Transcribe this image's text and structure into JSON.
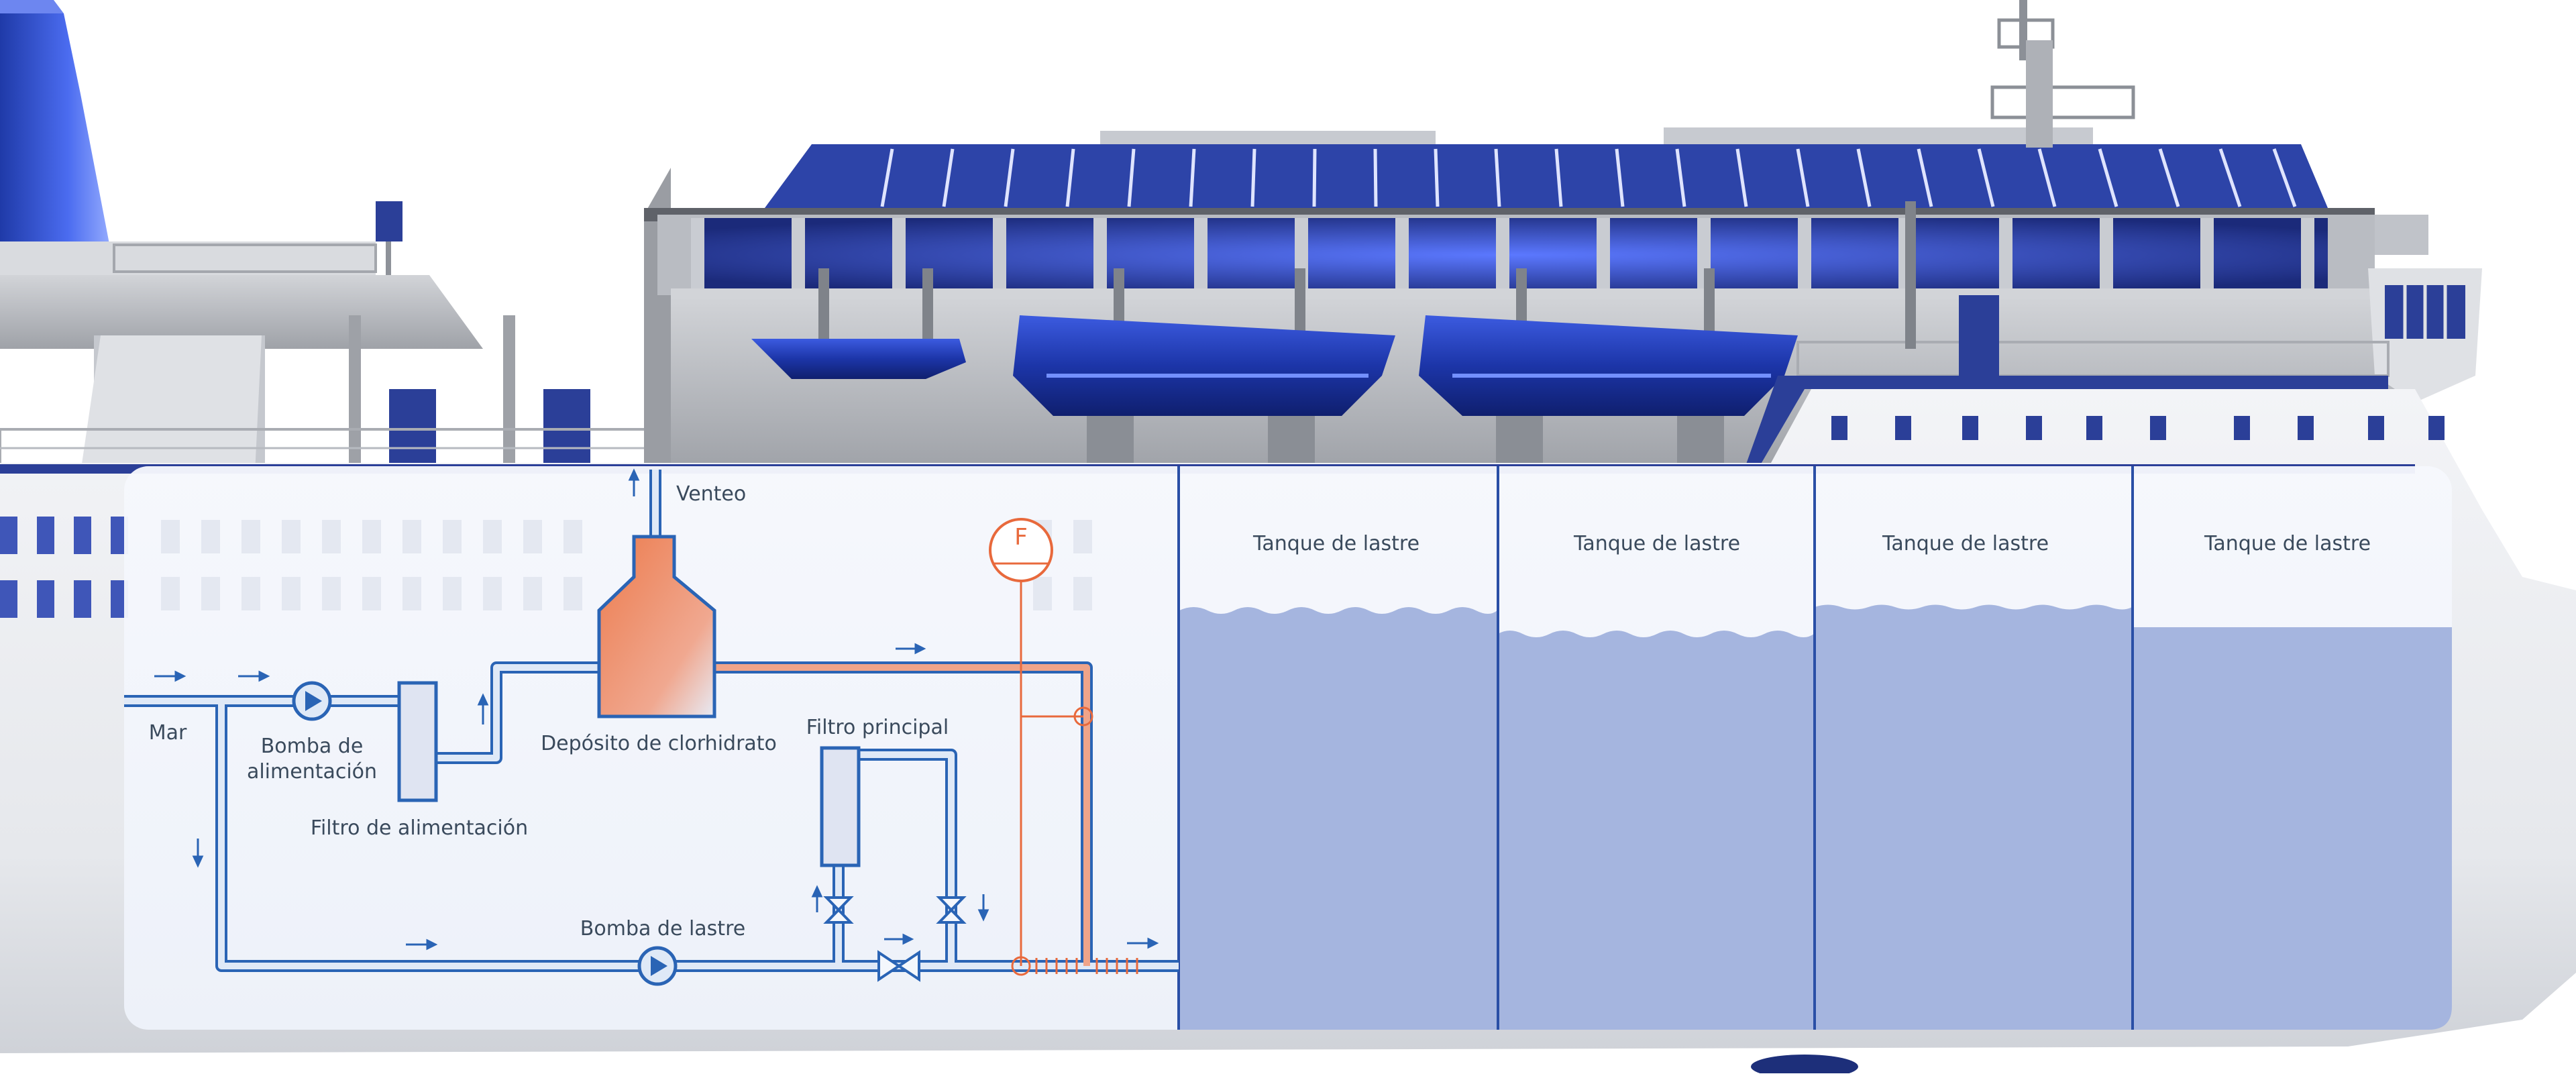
{
  "colors": {
    "hull": "#e9eaee",
    "hull_shadow": "#c9ccd3",
    "superstructure_grey": "#b4b7bd",
    "ship_blue": "#2a3f9c",
    "glow_blue": "#4e6cf0",
    "panel_fill": "#f4f7fc",
    "pipe_blue": "#2a64b5",
    "pipe_light": "#dfe9f7",
    "chlorine_orange": "#e8693c",
    "water_blue": "#a5b5df",
    "label_text": "#3a4a5c"
  },
  "icons": {
    "pump": "pump-icon",
    "valve": "valve-icon",
    "flow_meter": "flow-meter-icon",
    "flow_arrow": "flow-arrow-icon"
  },
  "diagram": {
    "labels": {
      "sea": "Mar",
      "feed_pump": [
        "Bomba de",
        "alimentación"
      ],
      "feed_filter": "Filtro de alimentación",
      "vent": "Venteo",
      "tank": "Depósito de clorhidrato",
      "main_filter": "Filtro principal",
      "ballast_pump": "Bomba de lastre",
      "flow_meter": "F"
    },
    "ballast_tanks": [
      {
        "label": "Tanque de lastre"
      },
      {
        "label": "Tanque de lastre"
      },
      {
        "label": "Tanque de lastre"
      },
      {
        "label": "Tanque de lastre"
      }
    ]
  }
}
